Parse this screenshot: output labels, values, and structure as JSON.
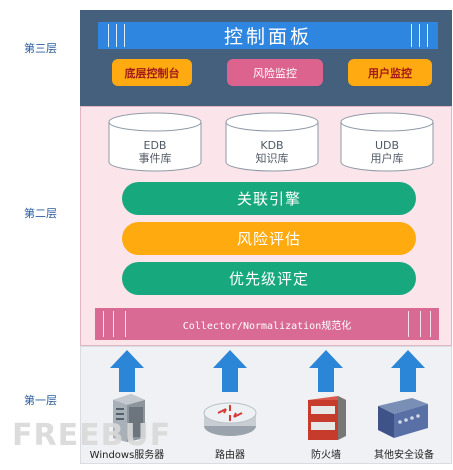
{
  "layers": {
    "layer3": "第三层",
    "layer2": "第二层",
    "layer1": "第一层"
  },
  "top": {
    "title": "控制面板",
    "buttons": [
      "底层控制台",
      "风险监控",
      "用户监控"
    ]
  },
  "middle": {
    "databases": [
      {
        "code": "EDB",
        "name": "事件库"
      },
      {
        "code": "KDB",
        "name": "知识库"
      },
      {
        "code": "UDB",
        "name": "用户库"
      }
    ],
    "engines": [
      "关联引擎",
      "风险评估",
      "优先级评定"
    ],
    "collector": "Collector/Normalization规范化"
  },
  "bottom": {
    "devices": [
      "Windows服务器",
      "路由器",
      "防火墙",
      "其他安全设备"
    ]
  },
  "watermark": "FREEBUF",
  "colors": {
    "top_panel": "#44607d",
    "title_bar": "#2f86e0",
    "orange": "#ffaa10",
    "pink": "#dd638f",
    "green": "#17a97d",
    "arrow": "#2b86d8"
  }
}
